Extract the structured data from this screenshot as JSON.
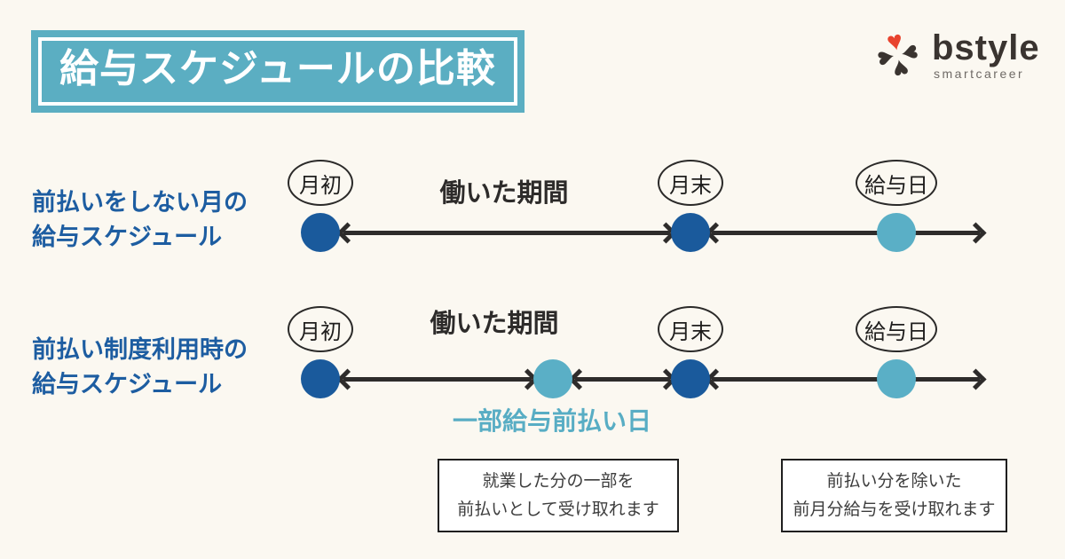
{
  "header": {
    "title": "給与スケジュールの比較",
    "logo": {
      "brand": "bstyle",
      "tagline": "smartcareer"
    }
  },
  "colors": {
    "background": "#FBF8F1",
    "title_teal": "#5BAEC2",
    "circle_dark_blue": "#1A5A9C",
    "circle_teal": "#5AAFC6",
    "row_label_blue": "#1D5DA1",
    "arrow_dark": "#2E2C2B",
    "logo_heart_red": "#E8432E",
    "logo_heart_dark": "#3A3430"
  },
  "rows": [
    {
      "label_line1": "前払いをしない月の",
      "label_line2": "給与スケジュール",
      "start": "月初",
      "period": "働いた期間",
      "end": "月末",
      "payday": "給与日"
    },
    {
      "label_line1": "前払い制度利用時の",
      "label_line2": "給与スケジュール",
      "start": "月初",
      "period": "働いた期間",
      "advance_day": "一部給与前払い日",
      "end": "月末",
      "payday": "給与日"
    }
  ],
  "notes": [
    {
      "line1": "就業した分の一部を",
      "line2": "前払いとして受け取れます"
    },
    {
      "line1": "前払い分を除いた",
      "line2": "前月分給与を受け取れます"
    }
  ]
}
